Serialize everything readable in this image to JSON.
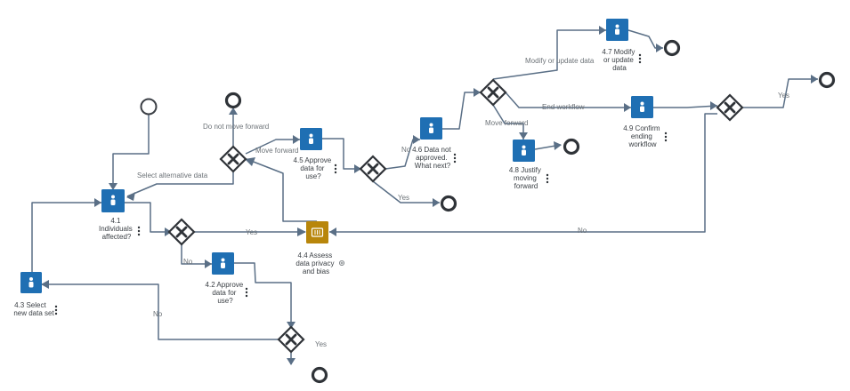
{
  "tasks": {
    "t41": [
      "4.1",
      "Individuals",
      "affected?"
    ],
    "t42": [
      "4.2 Approve",
      "data for",
      "use?"
    ],
    "t43": [
      "4.3 Select",
      "new data set"
    ],
    "t44": [
      "4.4 Assess",
      "data privacy",
      "and bias"
    ],
    "t45": [
      "4.5 Approve",
      "data for",
      "use?"
    ],
    "t46": [
      "4.6 Data not",
      "approved.",
      "What next?"
    ],
    "t47": [
      "4.7 Modify",
      "or update",
      "data"
    ],
    "t48": [
      "4.8 Justify",
      "moving",
      "forward"
    ],
    "t49": [
      "4.9 Confirm",
      "ending",
      "workflow"
    ]
  },
  "flows": {
    "do_not_move_forward": "Do not move forward",
    "move_forward_a": "Move forward",
    "select_alternative_data": "Select alternative data",
    "no_46": "No",
    "yes_45": "Yes",
    "modify_or_update": "Modify or update data",
    "end_workflow": "End workflow",
    "move_forward_b": "Move forward",
    "yes_final": "Yes",
    "no_44": "No",
    "yes_44": "Yes",
    "no_42": "No",
    "no_43": "No",
    "yes_end": "Yes"
  },
  "icons": {
    "task": "user-task-icon",
    "subprocess": "subprocess-task-icon",
    "more": "more-vertical-icon",
    "expand": "plus-circle-icon"
  },
  "colors": {
    "task": "#1f6fb3",
    "subprocess": "#b8860b",
    "connector": "#5a6f86"
  }
}
